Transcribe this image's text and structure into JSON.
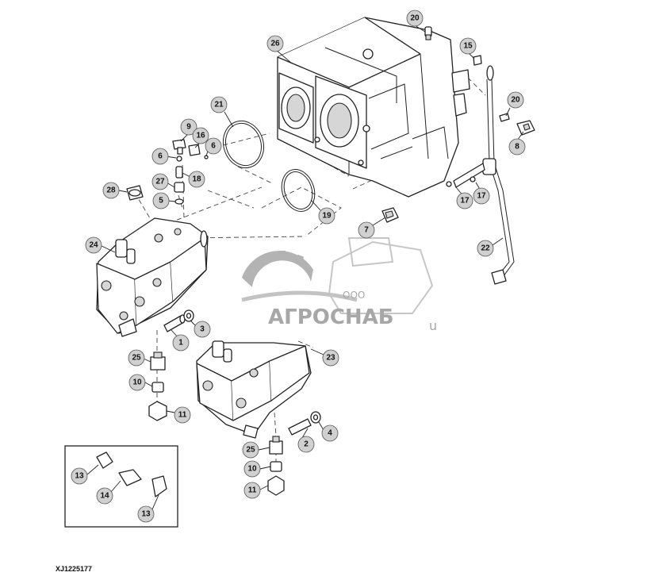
{
  "figure_id": "XJ1225177",
  "watermark": {
    "company_prefix": "ООО",
    "company_name": "АГРОСНАБ",
    "suffix": "u"
  },
  "callouts": [
    {
      "id": "c26",
      "label": "26"
    },
    {
      "id": "c20a",
      "label": "20"
    },
    {
      "id": "c15",
      "label": "15"
    },
    {
      "id": "c20b",
      "label": "20"
    },
    {
      "id": "c8",
      "label": "8"
    },
    {
      "id": "c21",
      "label": "21"
    },
    {
      "id": "c9",
      "label": "9"
    },
    {
      "id": "c16",
      "label": "16"
    },
    {
      "id": "c6a",
      "label": "6"
    },
    {
      "id": "c6b",
      "label": "6"
    },
    {
      "id": "c18",
      "label": "18"
    },
    {
      "id": "c27",
      "label": "27"
    },
    {
      "id": "c28",
      "label": "28"
    },
    {
      "id": "c5",
      "label": "5"
    },
    {
      "id": "c19",
      "label": "19"
    },
    {
      "id": "c7",
      "label": "7"
    },
    {
      "id": "c17a",
      "label": "17"
    },
    {
      "id": "c17b",
      "label": "17"
    },
    {
      "id": "c22",
      "label": "22"
    },
    {
      "id": "c24",
      "label": "24"
    },
    {
      "id": "c3",
      "label": "3"
    },
    {
      "id": "c1",
      "label": "1"
    },
    {
      "id": "c23",
      "label": "23"
    },
    {
      "id": "c25a",
      "label": "25"
    },
    {
      "id": "c10a",
      "label": "10"
    },
    {
      "id": "c11a",
      "label": "11"
    },
    {
      "id": "c4",
      "label": "4"
    },
    {
      "id": "c2",
      "label": "2"
    },
    {
      "id": "c25b",
      "label": "25"
    },
    {
      "id": "c10b",
      "label": "10"
    },
    {
      "id": "c11b",
      "label": "11"
    },
    {
      "id": "c13a",
      "label": "13"
    },
    {
      "id": "c14",
      "label": "14"
    },
    {
      "id": "c13b",
      "label": "13"
    }
  ]
}
